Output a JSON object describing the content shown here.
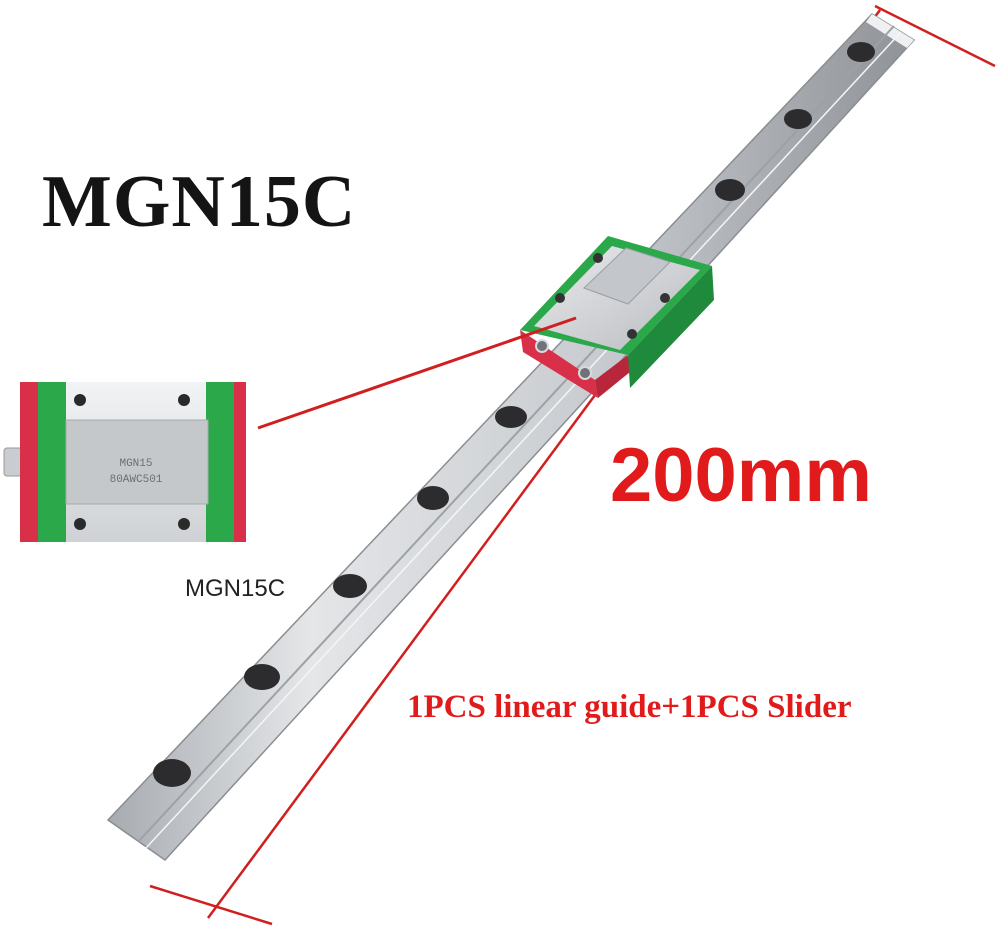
{
  "title": "MGN15C",
  "length_label": "200mm",
  "package_label": "1PCS linear guide+1PCS Slider",
  "inset": {
    "label": "MGN15C",
    "block_engraving_line1": "MGN15",
    "block_engraving_line2": "80AWC501"
  },
  "colors": {
    "accent_red": "#e11b1b",
    "seal_green": "#2aa84a",
    "end_cap_red": "#d9304a",
    "rail_steel": "#c9ccd0"
  }
}
